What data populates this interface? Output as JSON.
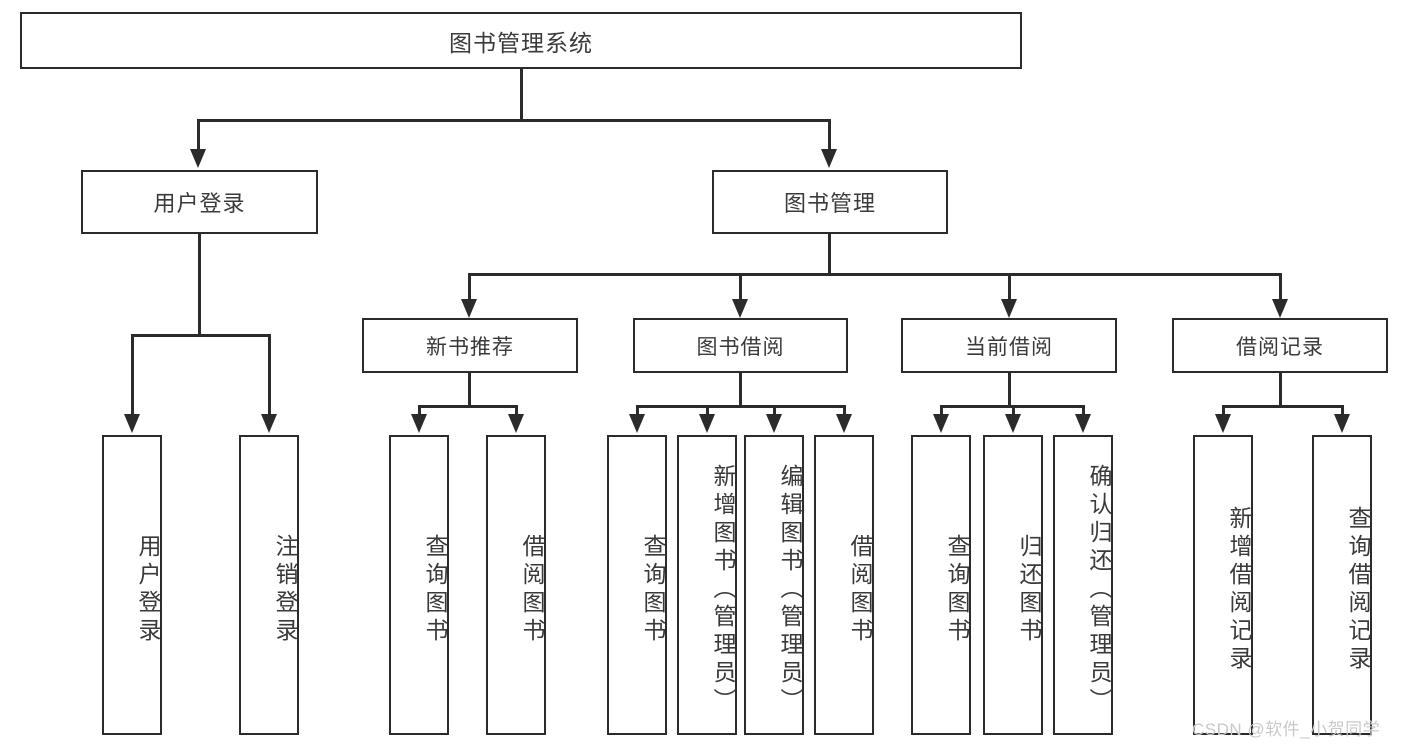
{
  "diagram": {
    "type": "tree-hierarchy-chart",
    "title": "图书管理系统",
    "colors": {
      "stroke": "#2b2b2b",
      "text": "#3a3a3a",
      "background": "#ffffff",
      "watermark": "#c9c9c9"
    },
    "root": {
      "label": "图书管理系统"
    },
    "level1": [
      {
        "label": "用户登录"
      },
      {
        "label": "图书管理"
      }
    ],
    "level2": [
      {
        "label": "新书推荐"
      },
      {
        "label": "图书借阅"
      },
      {
        "label": "当前借阅"
      },
      {
        "label": "借阅记录"
      }
    ],
    "leaves": {
      "user_login": [
        {
          "label": "用户登录"
        },
        {
          "label": "注销登录"
        }
      ],
      "new_book_recommend": [
        {
          "label": "查询图书"
        },
        {
          "label": "借阅图书"
        }
      ],
      "book_borrow": [
        {
          "label": "查询图书"
        },
        {
          "label": "新增图书（管理员）"
        },
        {
          "label": "编辑图书（管理员）"
        },
        {
          "label": "借阅图书"
        }
      ],
      "current_borrow": [
        {
          "label": "查询图书"
        },
        {
          "label": "归还图书"
        },
        {
          "label": "确认归还（管理员）"
        }
      ],
      "borrow_record": [
        {
          "label": "新增借阅记录"
        },
        {
          "label": "查询借阅记录"
        }
      ]
    }
  },
  "watermark": {
    "text": "CSDN @软件_小贺同学"
  }
}
